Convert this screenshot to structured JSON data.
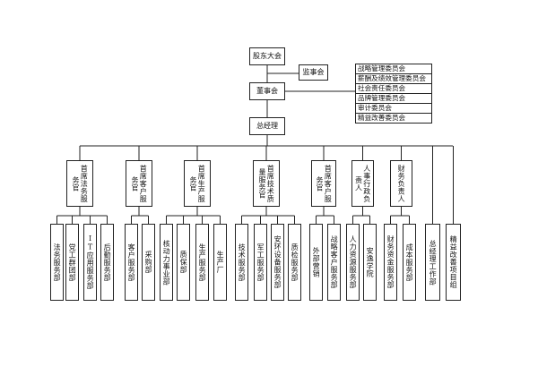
{
  "top": {
    "shareholders": "股东大会",
    "supervisors": "监事会",
    "board": "董事会",
    "gm": "总经理"
  },
  "committees": [
    "战略管理委员会",
    "薪酬及绩效管理委员会",
    "社会责任委员会",
    "品牌管理委员会",
    "审计委员会",
    "精益改善委员会"
  ],
  "officers": [
    "首席法务服务官",
    "首席客户服务官",
    "首席生产服务官",
    "首席技术质量服务官",
    "首席客户服务官",
    "人事行政负责人",
    "财务负责人",
    "总经理工作部",
    "精益改善项目组"
  ],
  "departments": [
    [
      "法务服务部",
      "党工群团部",
      "IT应用服务部",
      "后勤服务部"
    ],
    [
      "客户服务部",
      "采购部"
    ],
    [
      "核动力事业部",
      "质保部",
      "生产服务部",
      "生产厂"
    ],
    [
      "技术服务部",
      "军工服务部",
      "安环设备服务部",
      "质检服务部"
    ],
    [
      "外部营销",
      "战略客户服务部"
    ],
    [
      "人力资源服务部",
      "安逸学院"
    ],
    [
      "财务资金服务部",
      "成本服务部"
    ]
  ]
}
